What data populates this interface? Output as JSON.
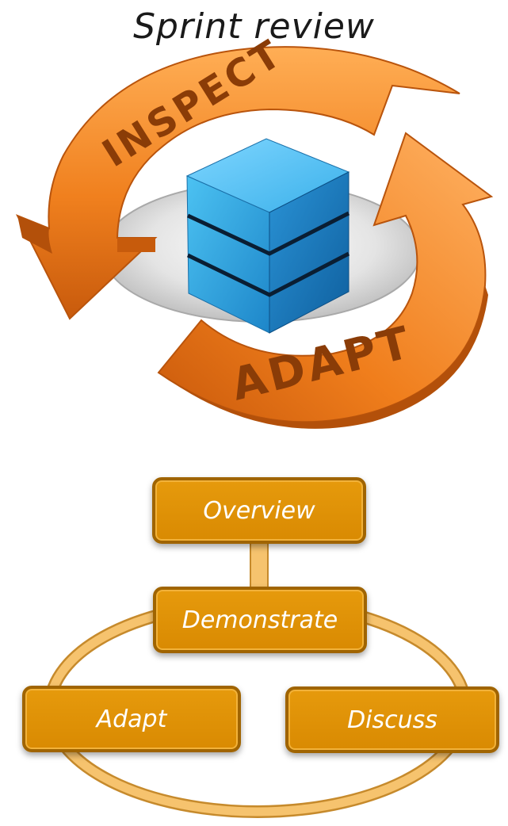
{
  "title": "Sprint review",
  "cycle": {
    "inspect_label": "INSPECT",
    "adapt_label": "ADAPT"
  },
  "flow": {
    "overview": "Overview",
    "demonstrate": "Demonstrate",
    "adapt": "Adapt",
    "discuss": "Discuss"
  },
  "colors": {
    "arrow_orange": "#f08a24",
    "arrow_dark": "#c65f10",
    "cube_blue": "#2aa3de",
    "box_orange": "#e0920a",
    "loop_light": "#f6c36e"
  }
}
